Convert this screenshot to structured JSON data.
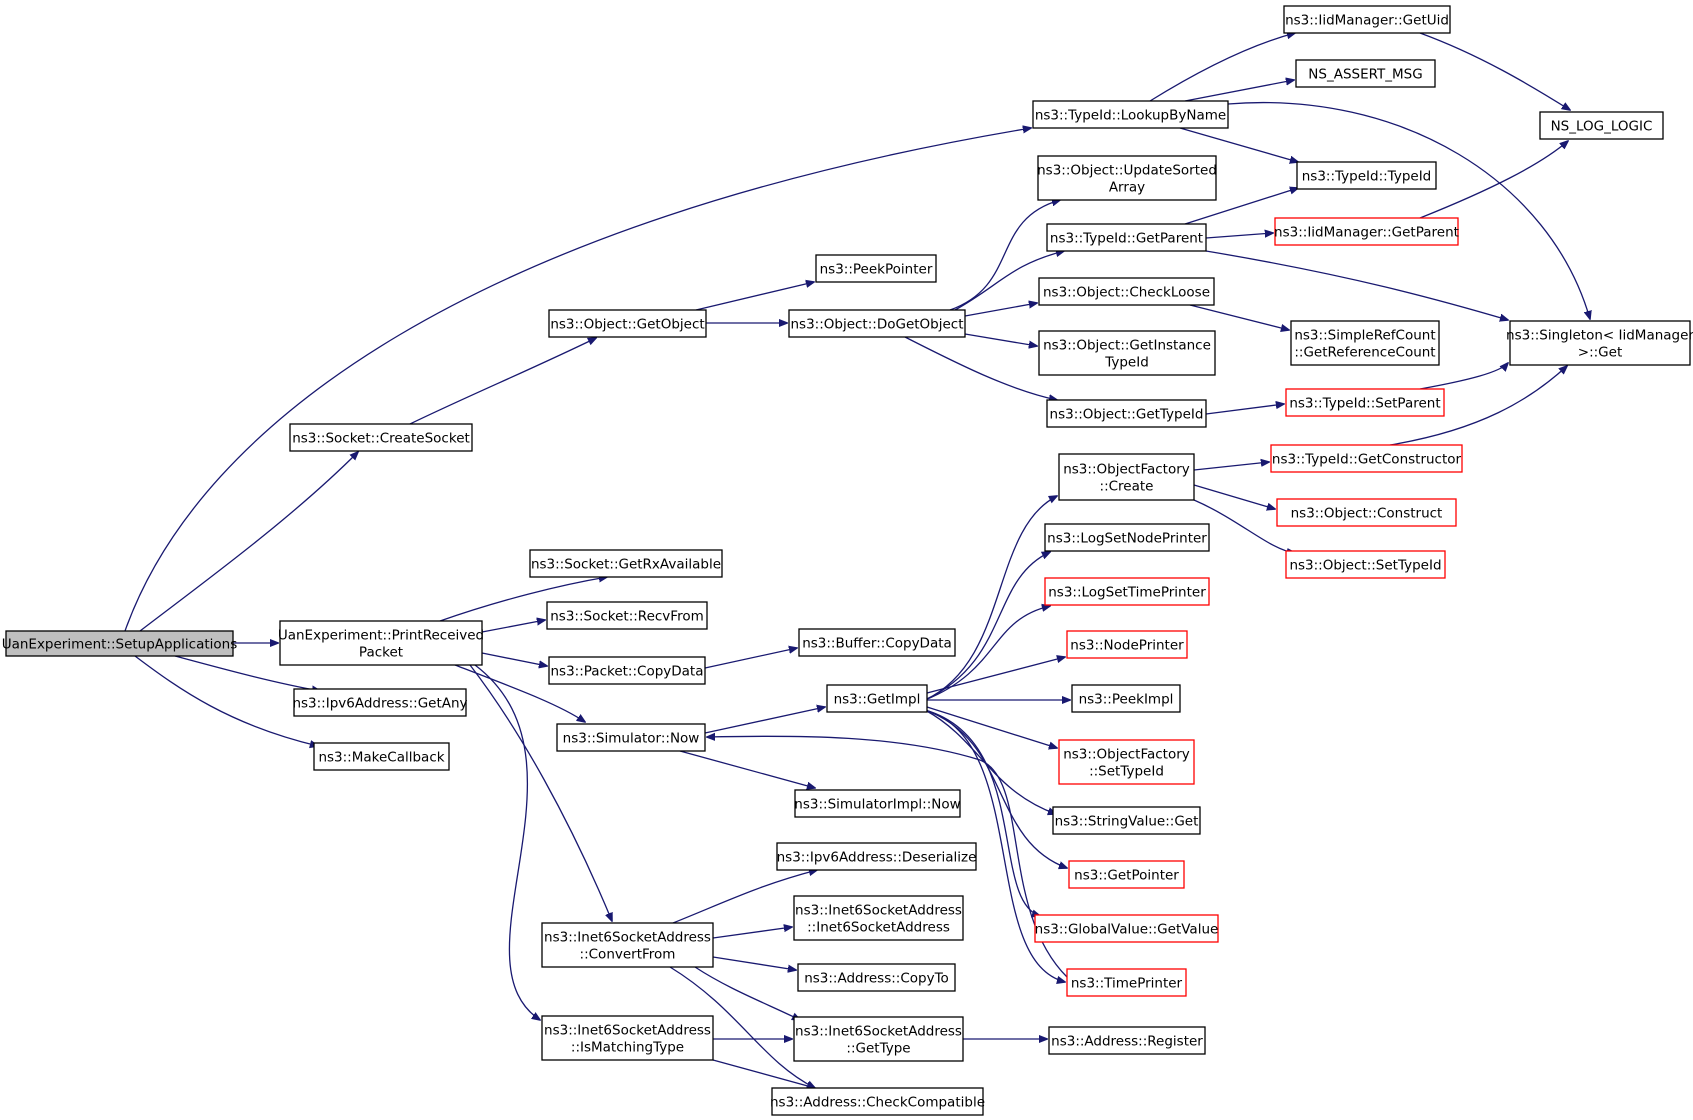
{
  "colors": {
    "edge": "#191970",
    "node_border": "#000000",
    "truncated_border": "#ff0000",
    "root_fill": "#bfbfbf",
    "node_fill": "#ffffff"
  },
  "nodes": [
    {
      "id": "root",
      "lines": [
        "UanExperiment::SetupApplications"
      ],
      "kind": "root"
    },
    {
      "id": "createsocket",
      "lines": [
        "ns3::Socket::CreateSocket"
      ],
      "kind": "normal"
    },
    {
      "id": "printreceived",
      "lines": [
        "UanExperiment::PrintReceived",
        "Packet"
      ],
      "kind": "normal"
    },
    {
      "id": "ipv6getany",
      "lines": [
        "ns3::Ipv6Address::GetAny"
      ],
      "kind": "normal"
    },
    {
      "id": "makecallback",
      "lines": [
        "ns3::MakeCallback"
      ],
      "kind": "normal"
    },
    {
      "id": "lookupbyname",
      "lines": [
        "ns3::TypeId::LookupByName"
      ],
      "kind": "normal"
    },
    {
      "id": "getobject",
      "lines": [
        "ns3::Object::GetObject"
      ],
      "kind": "normal"
    },
    {
      "id": "peekpointer",
      "lines": [
        "ns3::PeekPointer"
      ],
      "kind": "normal"
    },
    {
      "id": "dogetobject",
      "lines": [
        "ns3::Object::DoGetObject"
      ],
      "kind": "normal"
    },
    {
      "id": "updatesorted",
      "lines": [
        "ns3::Object::UpdateSorted",
        "Array"
      ],
      "kind": "normal"
    },
    {
      "id": "getparent",
      "lines": [
        "ns3::TypeId::GetParent"
      ],
      "kind": "normal"
    },
    {
      "id": "checkloose",
      "lines": [
        "ns3::Object::CheckLoose"
      ],
      "kind": "normal"
    },
    {
      "id": "getinstancetypeid",
      "lines": [
        "ns3::Object::GetInstance",
        "TypeId"
      ],
      "kind": "normal"
    },
    {
      "id": "objgettypeid",
      "lines": [
        "ns3::Object::GetTypeId"
      ],
      "kind": "normal"
    },
    {
      "id": "iidgetuid",
      "lines": [
        "ns3::IidManager::GetUid"
      ],
      "kind": "normal"
    },
    {
      "id": "nsassertmsg",
      "lines": [
        "NS_ASSERT_MSG"
      ],
      "kind": "normal"
    },
    {
      "id": "typeidtypeid",
      "lines": [
        "ns3::TypeId::TypeId"
      ],
      "kind": "normal"
    },
    {
      "id": "iidgetparent",
      "lines": [
        "ns3::IidManager::GetParent"
      ],
      "kind": "truncated"
    },
    {
      "id": "simplerefcount",
      "lines": [
        "ns3::SimpleRefCount",
        "::GetReferenceCount"
      ],
      "kind": "normal"
    },
    {
      "id": "setparent",
      "lines": [
        "ns3::TypeId::SetParent"
      ],
      "kind": "truncated"
    },
    {
      "id": "nsloglogic",
      "lines": [
        "NS_LOG_LOGIC"
      ],
      "kind": "normal"
    },
    {
      "id": "singletonget",
      "lines": [
        "ns3::Singleton< IidManager",
        " >::Get"
      ],
      "kind": "normal"
    },
    {
      "id": "getrxavailable",
      "lines": [
        "ns3::Socket::GetRxAvailable"
      ],
      "kind": "normal"
    },
    {
      "id": "recvfrom",
      "lines": [
        "ns3::Socket::RecvFrom"
      ],
      "kind": "normal"
    },
    {
      "id": "packetcopydata",
      "lines": [
        "ns3::Packet::CopyData"
      ],
      "kind": "normal"
    },
    {
      "id": "buffercopydata",
      "lines": [
        "ns3::Buffer::CopyData"
      ],
      "kind": "normal"
    },
    {
      "id": "simulatornow",
      "lines": [
        "ns3::Simulator::Now"
      ],
      "kind": "normal"
    },
    {
      "id": "simulatorimplnow",
      "lines": [
        "ns3::SimulatorImpl::Now"
      ],
      "kind": "normal"
    },
    {
      "id": "getimpl",
      "lines": [
        "ns3::GetImpl"
      ],
      "kind": "normal"
    },
    {
      "id": "objfactorycreate",
      "lines": [
        "ns3::ObjectFactory",
        "::Create"
      ],
      "kind": "normal"
    },
    {
      "id": "logsetnodeprinter",
      "lines": [
        "ns3::LogSetNodePrinter"
      ],
      "kind": "normal"
    },
    {
      "id": "logsettimeprinter",
      "lines": [
        "ns3::LogSetTimePrinter"
      ],
      "kind": "truncated"
    },
    {
      "id": "nodeprinter",
      "lines": [
        "ns3::NodePrinter"
      ],
      "kind": "truncated"
    },
    {
      "id": "peekimpl",
      "lines": [
        "ns3::PeekImpl"
      ],
      "kind": "normal"
    },
    {
      "id": "objfactorysettypeid",
      "lines": [
        "ns3::ObjectFactory",
        "::SetTypeId"
      ],
      "kind": "truncated"
    },
    {
      "id": "stringvalueget",
      "lines": [
        "ns3::StringValue::Get"
      ],
      "kind": "normal"
    },
    {
      "id": "getpointer",
      "lines": [
        "ns3::GetPointer"
      ],
      "kind": "truncated"
    },
    {
      "id": "globalvaluegetvalue",
      "lines": [
        "ns3::GlobalValue::GetValue"
      ],
      "kind": "truncated"
    },
    {
      "id": "timeprinter",
      "lines": [
        "ns3::TimePrinter"
      ],
      "kind": "truncated"
    },
    {
      "id": "getconstructor",
      "lines": [
        "ns3::TypeId::GetConstructor"
      ],
      "kind": "truncated"
    },
    {
      "id": "objconstruct",
      "lines": [
        "ns3::Object::Construct"
      ],
      "kind": "truncated"
    },
    {
      "id": "objsettypeid",
      "lines": [
        "ns3::Object::SetTypeId"
      ],
      "kind": "truncated"
    },
    {
      "id": "ipv6deserialize",
      "lines": [
        "ns3::Ipv6Address::Deserialize"
      ],
      "kind": "normal"
    },
    {
      "id": "inet6convertfrom",
      "lines": [
        "ns3::Inet6SocketAddress",
        "::ConvertFrom"
      ],
      "kind": "normal"
    },
    {
      "id": "inet6ctor",
      "lines": [
        "ns3::Inet6SocketAddress",
        "::Inet6SocketAddress"
      ],
      "kind": "normal"
    },
    {
      "id": "addresscopyto",
      "lines": [
        "ns3::Address::CopyTo"
      ],
      "kind": "normal"
    },
    {
      "id": "inet6ismatching",
      "lines": [
        "ns3::Inet6SocketAddress",
        "::IsMatchingType"
      ],
      "kind": "normal"
    },
    {
      "id": "inet6gettype",
      "lines": [
        "ns3::Inet6SocketAddress",
        "::GetType"
      ],
      "kind": "normal"
    },
    {
      "id": "addressregister",
      "lines": [
        "ns3::Address::Register"
      ],
      "kind": "normal"
    },
    {
      "id": "checkcompatible",
      "lines": [
        "ns3::Address::CheckCompatible"
      ],
      "kind": "normal"
    }
  ]
}
